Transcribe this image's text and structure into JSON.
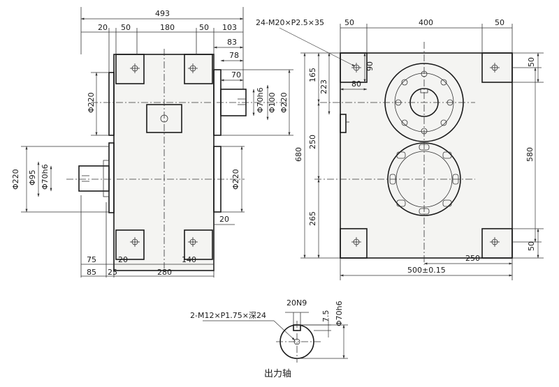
{
  "front_view": {
    "dims": {
      "overall_width": "493",
      "w20": "20",
      "w50_left": "50",
      "w180": "180",
      "w50_right": "50",
      "w103": "103",
      "w83": "83",
      "w78": "78",
      "w70": "70",
      "dia220_upper": "Φ220",
      "dia70h6_right": "Φ70h6",
      "dia100": "Φ100",
      "dia220_right": "Φ220",
      "dia220_left": "Φ220",
      "dia95": "Φ95",
      "dia70h6_left": "Φ70h6",
      "dia220_lower_right": "Φ220",
      "w20_lower_right": "20",
      "b75": "75",
      "b20": "20",
      "b140": "140",
      "b85": "85",
      "b25": "25",
      "b280": "280"
    }
  },
  "side_view": {
    "dims": {
      "thread_spec": "24-M20×P2.5×35",
      "w50_left": "50",
      "w400": "400",
      "w50_right": "50",
      "h50_top": "50",
      "h90": "90",
      "w80": "80",
      "h165": "165",
      "h223": "223",
      "h250": "250",
      "h680": "680",
      "h265": "265",
      "h580": "580",
      "h50_bottom": "50",
      "b500": "500±0.15",
      "b250": "250"
    }
  },
  "shaft_detail": {
    "keyway": "20N9",
    "depth": "7.5",
    "diameter": "Φ70h6",
    "thread": "2-M12×P1.75×深24",
    "caption": "出力轴"
  }
}
